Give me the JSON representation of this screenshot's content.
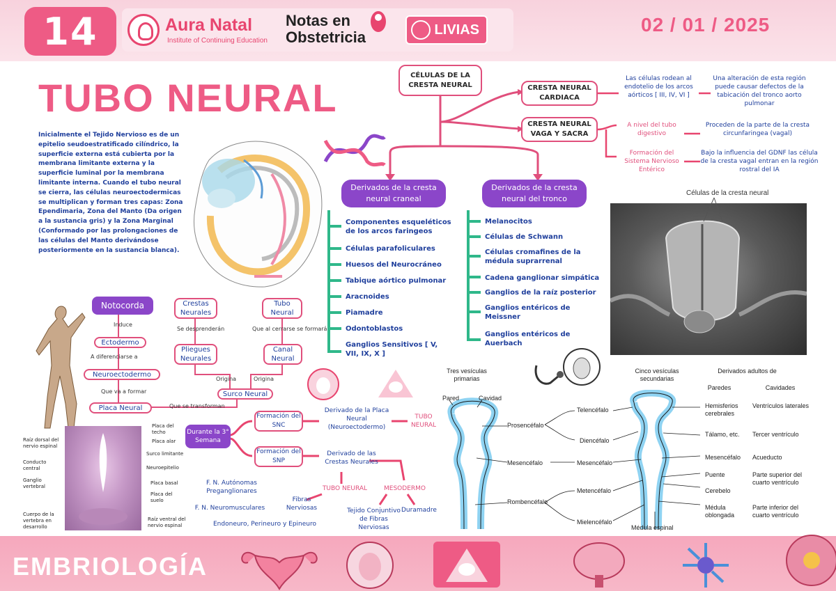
{
  "header": {
    "page_number": "14",
    "brand_name": "Aura Natal",
    "brand_subtitle": "Institute of Continuing Education",
    "notas_line1": "Notas en",
    "notas_line2": "Obstetricia",
    "partner": "LIVIAS",
    "date": "02 / 01 / 2025"
  },
  "title": "TUBO NEURAL",
  "intro": "Inicialmente el Tejido Nervioso es de un epitelio seudoestratificado cilíndrico, la superficie externa está cubierta por la membrana limitante externa y la superficie luminal por la membrana limitante interna. Cuando el tubo neural se cierra, las células neuroectodermicas se multiplican y forman tres capas: Zona Ependimaria, Zona del Manto (Da origen a la sustancia gris) y la Zona Marginal (Conformado por las prolongaciones de las células del Manto derivándose posteriormente en la sustancia blanca).",
  "cresta": {
    "root": "CÉLULAS DE LA CRESTA NEURAL",
    "cardiaca": "CRESTA NEURAL CARDIACA",
    "vaga": "CRESTA NEURAL VAGA Y SACRA",
    "cardiaca_text1": "Las células rodean al endotelio de los arcos aórticos [ III, IV, VI ]",
    "cardiaca_text2": "Una alteración de esta región puede causar defectos de la tabicación del tronco aorto pulmonar",
    "vaga_text1": "A nivel del tubo digestivo",
    "vaga_text2": "Proceden de la parte de la cresta circunfaringea (vagal)",
    "vaga_text3": "Formación del Sistema Nervioso Entérico",
    "vaga_text4": "Bajo la influencia del GDNF las célula de la cresta vagal entran en la región rostral del IA"
  },
  "craneal": {
    "title": "Derivados de la cresta neural craneal",
    "items": [
      "Componentes esqueléticos de los arcos faringeos",
      "Células parafoliculares",
      "Huesos del Neurocráneo",
      "Tabique aórtico pulmonar",
      "Aracnoides",
      "Piamadre",
      "Odontoblastos",
      "Ganglios Sensitivos [ V, VII, IX, X ]"
    ]
  },
  "tronco": {
    "title": "Derivados de la cresta neural del tronco",
    "items": [
      "Melanocitos",
      "Células de Schwann",
      "Células cromafines de la médula suprarrenal",
      "Cadena ganglionar simpática",
      "Ganglios de la raíz posterior",
      "Ganglios entéricos de Meissner",
      "Ganglios entéricos de Auerbach"
    ]
  },
  "photo_label": "Células de la cresta neural",
  "flow": {
    "notocorda": "Notocorda",
    "induce": "Induce",
    "ectodermo": "Ectodermo",
    "diferenciarse": "A diferenciarse a",
    "neuroectodermo": "Neuroectodermo",
    "que_va_formar": "Que va a formar",
    "placa": "Placa Neural",
    "que_se_transforman": "Que se transforman",
    "surco": "Surco Neural",
    "origina1": "Origina",
    "origina2": "Origina",
    "pliegues": "Pliegues Neurales",
    "canal": "Canal Neural",
    "se_desprenderan": "Se desprenderán",
    "que_al_cerrarse": "Que al cerrarse se formará",
    "crestas": "Crestas Neurales",
    "tubo": "Tubo Neural"
  },
  "semana": {
    "label": "Durante la 3° Semana",
    "snc": "Formación del SNC",
    "snp": "Formación del SNP",
    "snc_deriv": "Derivado de la Placa Neural (Neuroectodermo)",
    "tubo_neural": "TUBO NEURAL",
    "snp_deriv": "Derivado de las Crestas Neurales",
    "tubo_neural2": "TUBO NEURAL",
    "mesodermo": "MESODERMO",
    "fan": "F. N. Autónomas Preganglionares",
    "fnm": "F. N. Neuromusculares",
    "fibras": "Fibras Nerviosas",
    "tejido": "Tejido Conjuntivo de Fibras Nerviosas",
    "duramadre": "Duramadre",
    "endoneuro": "Endoneuro, Perineuro y Epineuro"
  },
  "histo": {
    "left": [
      "Raíz dorsal del nervio espinal",
      "Conducto central",
      "Ganglio vertebral",
      "Cuerpo de la vertebra en desarrollo"
    ],
    "right": [
      "Placa del techo",
      "Placa alar",
      "Surco limitante",
      "Neuroepitelio",
      "Placa basal",
      "Placa del suelo",
      "Raíz ventral del nervio espinal"
    ]
  },
  "brain": {
    "hdr_tres": "Tres vesículas primarias",
    "hdr_cinco": "Cinco vesículas secundarias",
    "hdr_derivados": "Derivados adultos de",
    "hdr_paredes": "Paredes",
    "hdr_cavidades": "Cavidades",
    "pared": "Pared",
    "cavidad": "Cavidad",
    "prosencefalo": "Prosencéfalo",
    "mesencefalo": "Mesencéfalo",
    "rombencefalo": "Rombencéfalo",
    "telencefalo": "Telencéfalo",
    "diencefalo": "Diencéfalo",
    "mesencefalo2": "Mesencéfalo",
    "metencefalo": "Metencéfalo",
    "mielencefalo": "Mielencéfalo",
    "medula": "Médula espinal",
    "paredes": [
      "Hemisferios cerebrales",
      "Tálamo, etc.",
      "Mesencéfalo",
      "Puente",
      "Cerebelo",
      "Médula oblongada"
    ],
    "cavidades": [
      "Ventrículos laterales",
      "Tercer ventrículo",
      "Acueducto",
      "Parte superior del cuarto ventrículo",
      "Parte inferior del cuarto ventrículo"
    ]
  },
  "footer": {
    "title": "EMBRIOLOGÍA"
  },
  "colors": {
    "accent": "#ee5b85",
    "purple": "#8b46c9",
    "blue_text": "#1f3f9c",
    "green_branch": "#2fb88a",
    "pink_arrow": "#e8456f"
  }
}
